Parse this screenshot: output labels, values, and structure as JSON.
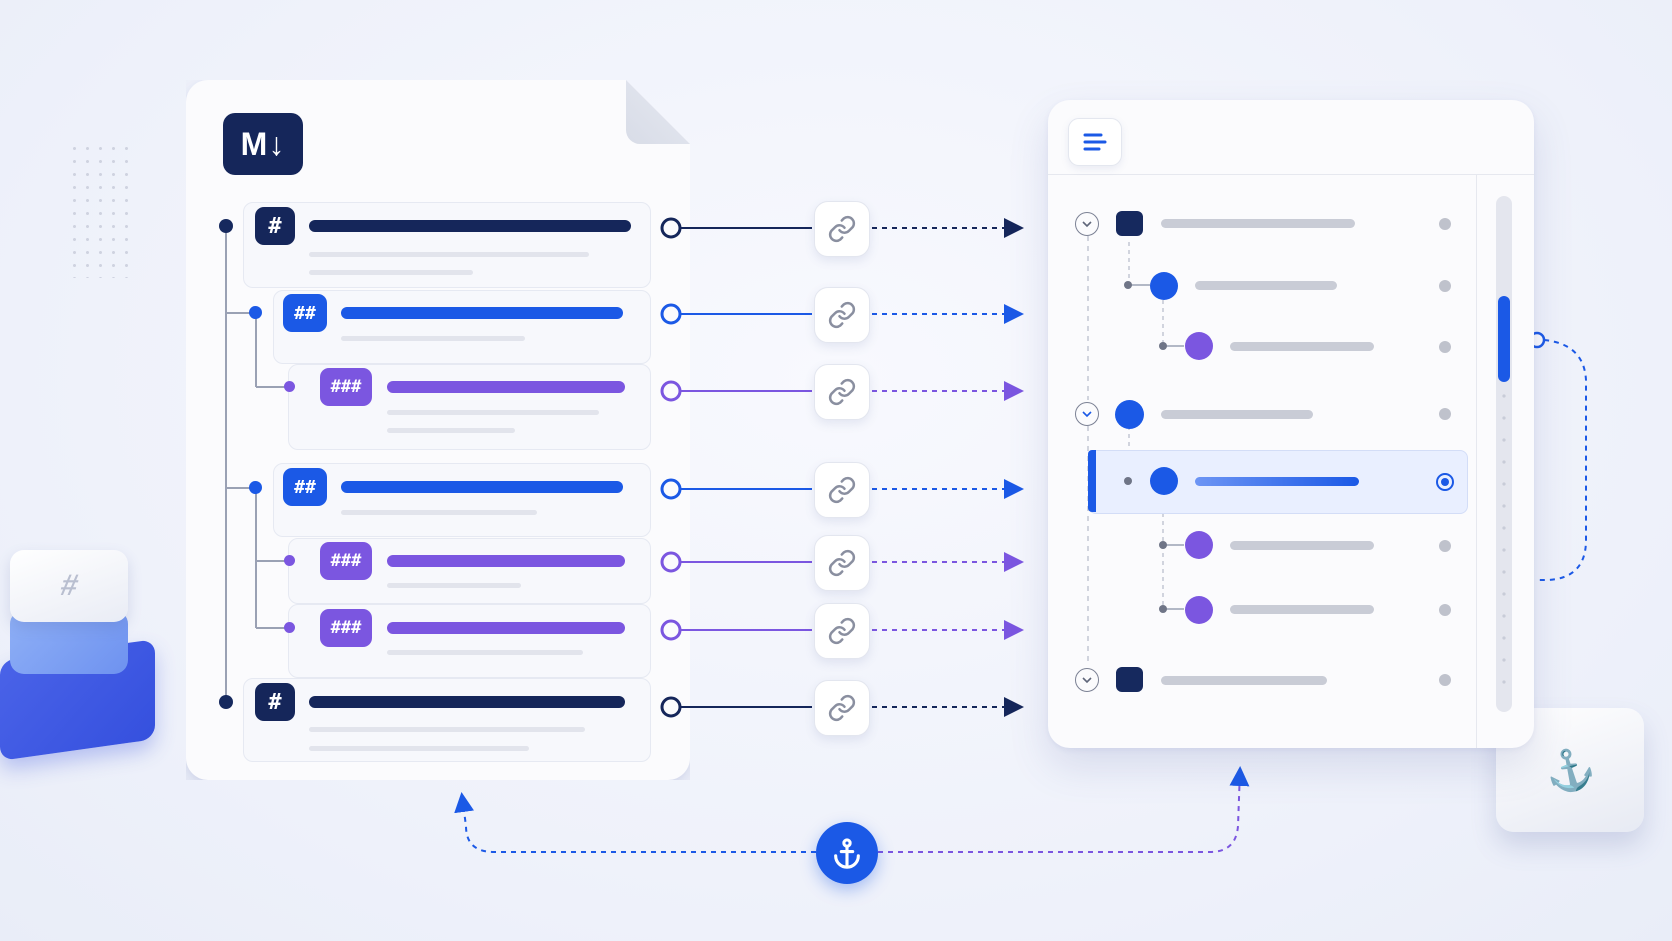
{
  "document": {
    "logo_text": "M↓",
    "headings": [
      {
        "level": 1,
        "badge": "#"
      },
      {
        "level": 2,
        "badge": "##"
      },
      {
        "level": 3,
        "badge": "###"
      },
      {
        "level": 2,
        "badge": "##"
      },
      {
        "level": 3,
        "badge": "###"
      },
      {
        "level": 3,
        "badge": "###"
      },
      {
        "level": 1,
        "badge": "#"
      }
    ]
  },
  "decor": {
    "cube_left_glyph": "#",
    "cube_right_glyph": "⚓"
  },
  "colors": {
    "h1": "#15265a",
    "h2": "#1b59e6",
    "h3": "#7b56e0",
    "accent": "#1b59e6"
  },
  "icons": [
    "markdown-logo",
    "link-icon",
    "menu-lines-icon",
    "chevron-down-icon",
    "anchor-icon"
  ],
  "outline": {
    "selected_index": 4
  }
}
